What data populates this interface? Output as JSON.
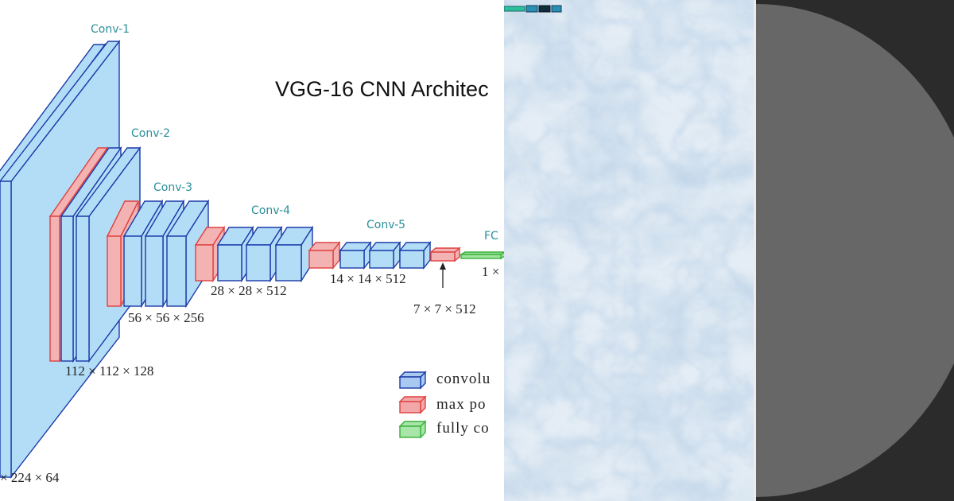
{
  "diagram": {
    "title": "VGG-16 CNN Architec",
    "conv_labels": [
      "Conv-1",
      "Conv-2",
      "Conv-3",
      "Conv-4",
      "Conv-5",
      "FC"
    ],
    "dim_labels": [
      "× 224 × 64",
      "112 × 112 × 128",
      "56 × 56 × 256",
      "28 × 28 × 512",
      "14 × 14 × 512",
      "7 × 7 × 512",
      "1 ×"
    ],
    "legend": [
      {
        "label": "convolu",
        "color": "#a9c9f1"
      },
      {
        "label": "max po",
        "color": "#f2a8a8"
      },
      {
        "label": "fully co",
        "color": "#a8e5a8"
      }
    ],
    "colors": {
      "conv": "#b3ddf7",
      "conv_edge": "#1a3aa8",
      "pool": "#f3b3b3",
      "pool_edge": "#e04040",
      "fc": "#9ee39e",
      "fc_edge": "#39b139",
      "label_teal": "#2a8f9a",
      "dark_bg": "#2b2b2b",
      "circle": "#676767"
    }
  }
}
